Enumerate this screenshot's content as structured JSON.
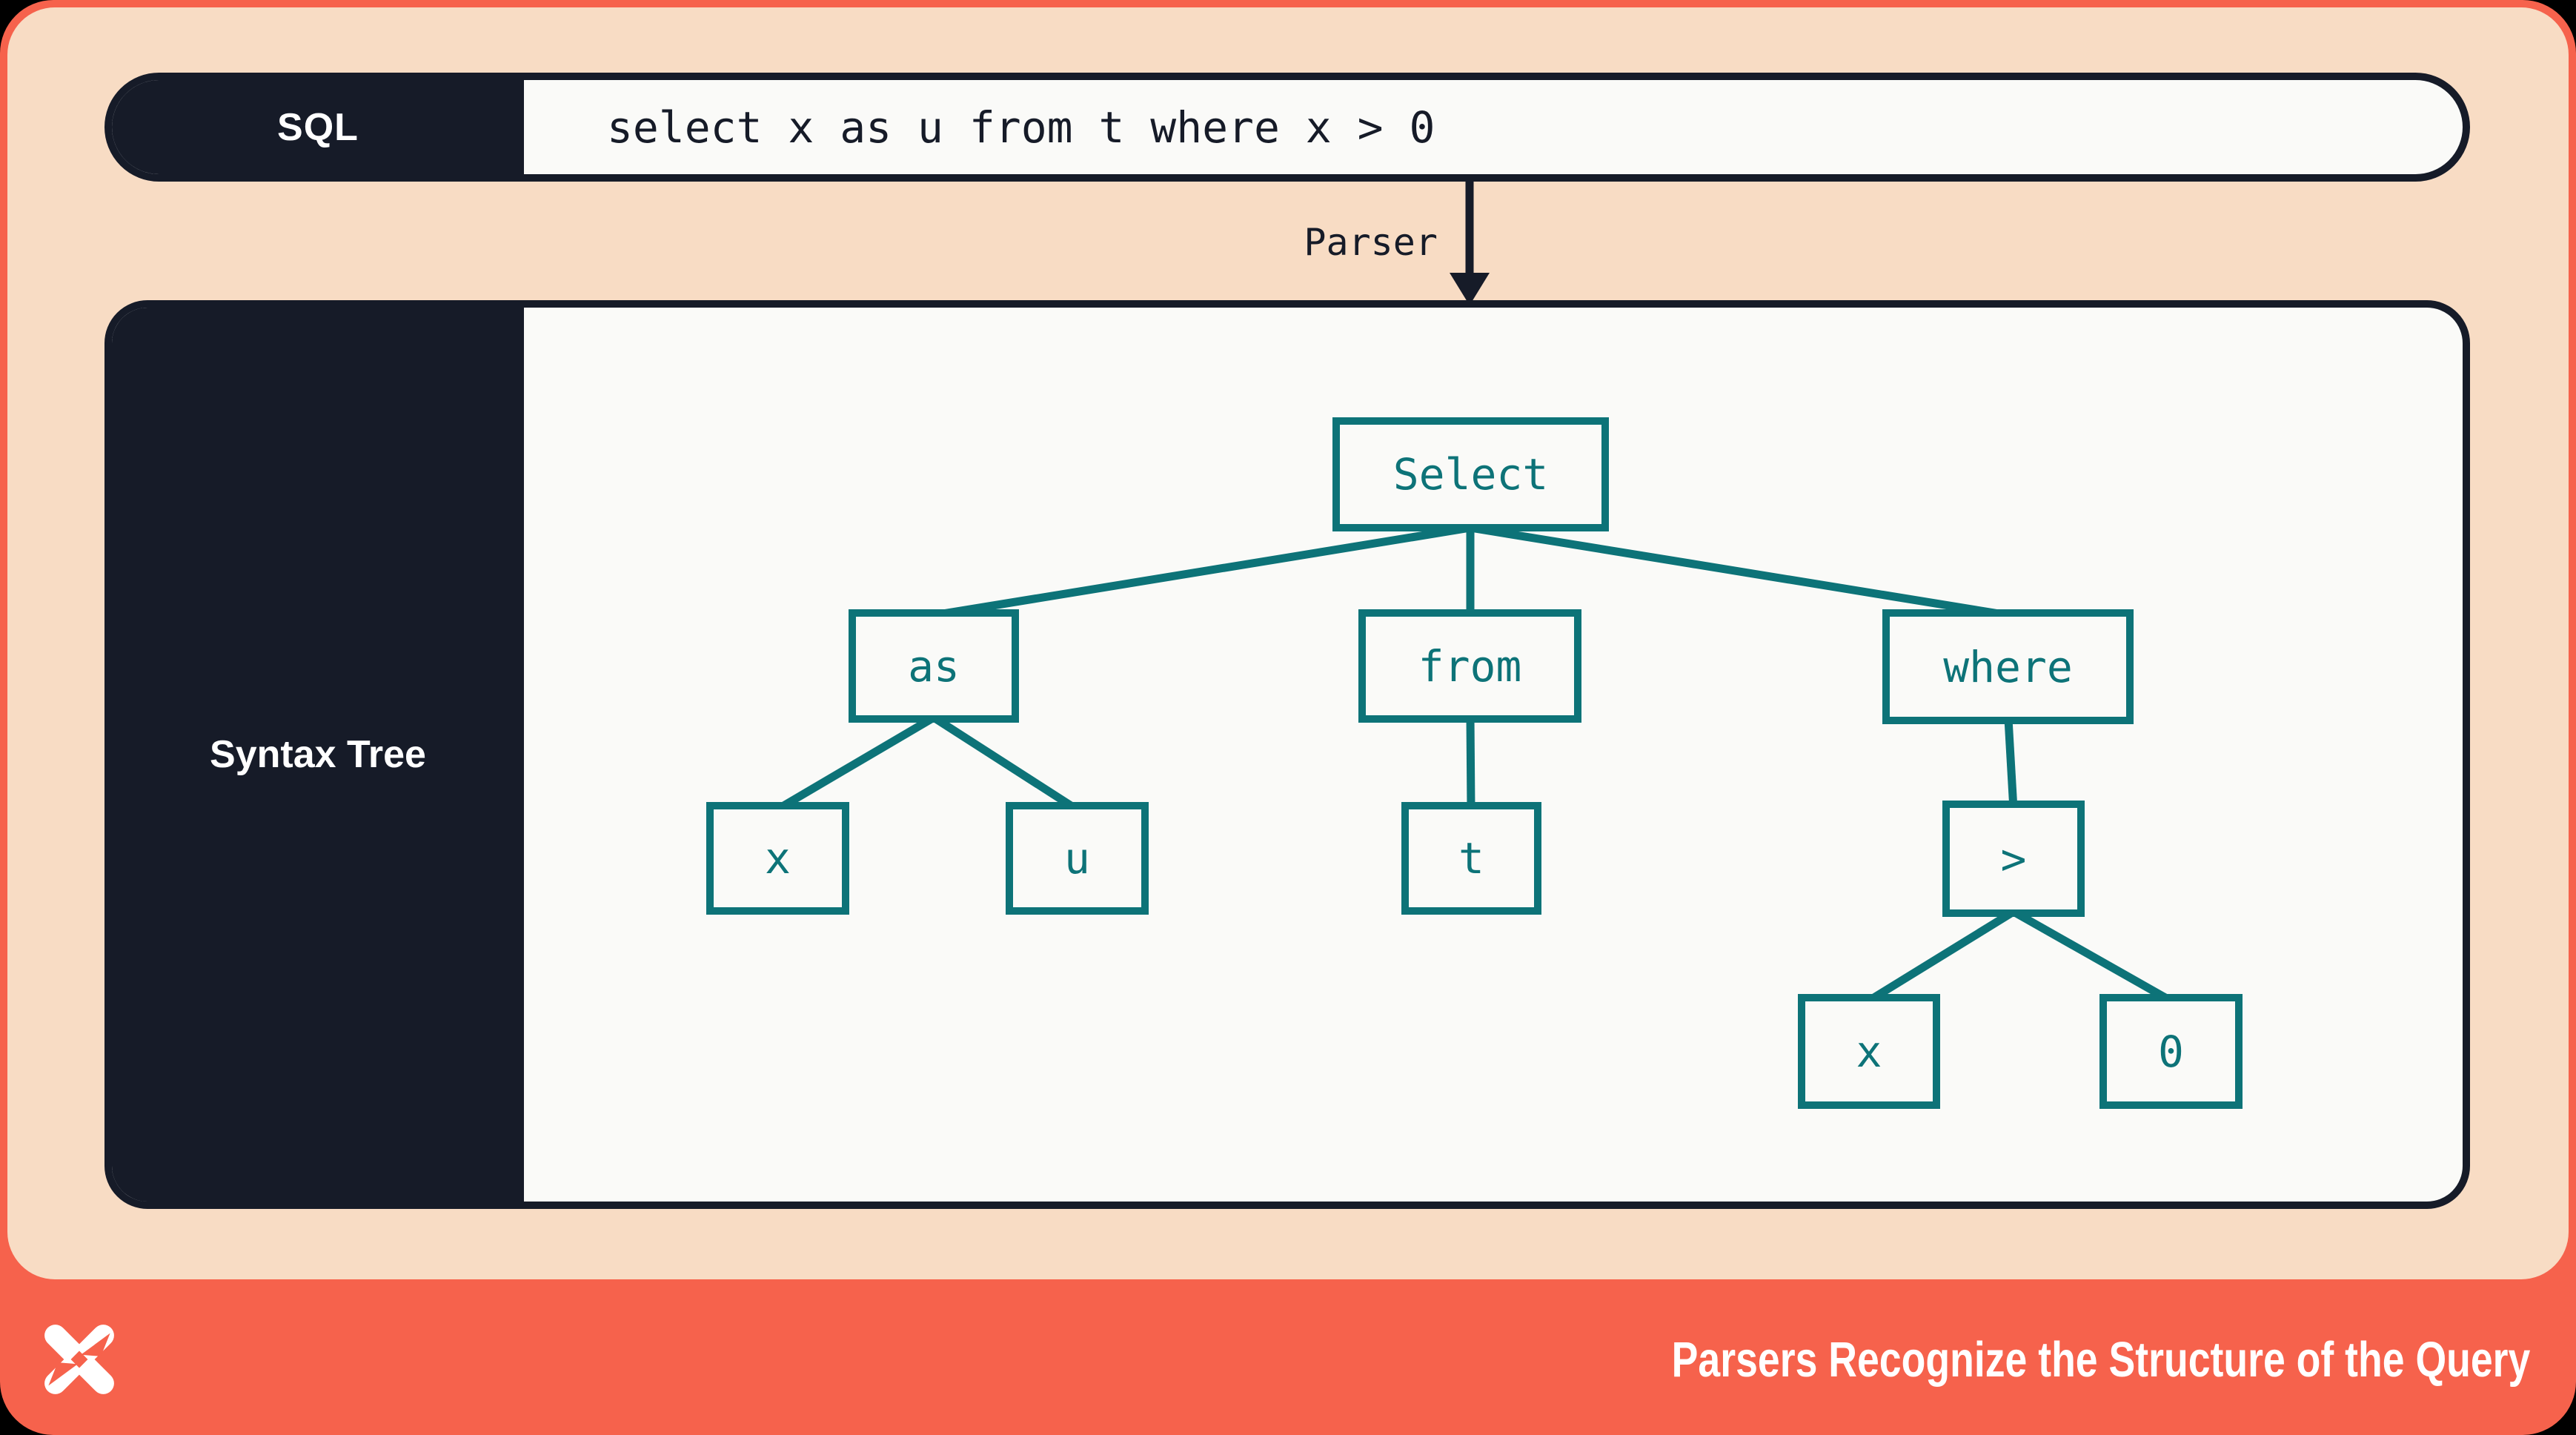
{
  "slide": {
    "colors": {
      "navy": "#161b28",
      "teal": "#0d7378",
      "orange": "#f6624c",
      "peach": "#f8dcc4",
      "paper": "#fafaf8"
    }
  },
  "sql_bar": {
    "label": "SQL",
    "query": "select x as u from t where x > 0"
  },
  "parser": {
    "label": "Parser"
  },
  "tree_panel": {
    "label": "Syntax Tree"
  },
  "tree": {
    "nodes": [
      {
        "id": "select",
        "label": "Select"
      },
      {
        "id": "as",
        "label": "as"
      },
      {
        "id": "from",
        "label": "from"
      },
      {
        "id": "where",
        "label": "where"
      },
      {
        "id": "x1",
        "label": "x"
      },
      {
        "id": "u",
        "label": "u"
      },
      {
        "id": "t",
        "label": "t"
      },
      {
        "id": "gt",
        "label": ">"
      },
      {
        "id": "x2",
        "label": "x"
      },
      {
        "id": "zero",
        "label": "0"
      }
    ],
    "edges": [
      [
        "select",
        "as"
      ],
      [
        "select",
        "from"
      ],
      [
        "select",
        "where"
      ],
      [
        "as",
        "x1"
      ],
      [
        "as",
        "u"
      ],
      [
        "from",
        "t"
      ],
      [
        "where",
        "gt"
      ],
      [
        "gt",
        "x2"
      ],
      [
        "gt",
        "zero"
      ]
    ]
  },
  "footer": {
    "title": "Parsers Recognize the Structure of the Query",
    "logo": "dolt-x-logo"
  }
}
